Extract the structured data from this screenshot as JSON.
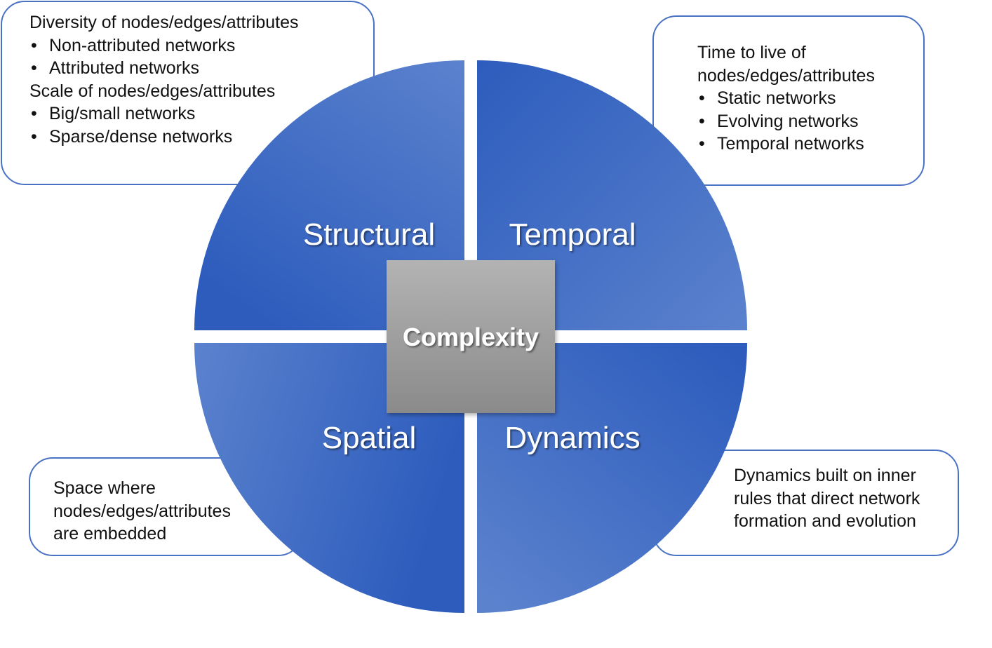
{
  "colors": {
    "quadrant_dark": "#2d5cbd",
    "quadrant_light": "#5b82cd",
    "callout_border": "#4a72c4",
    "center_top": "#b3b3b3",
    "center_bottom": "#8a8a8a"
  },
  "center": {
    "label": "Complexity"
  },
  "quadrants": {
    "structural": {
      "label": "Structural"
    },
    "temporal": {
      "label": "Temporal"
    },
    "spatial": {
      "label": "Spatial"
    },
    "dynamics": {
      "label": "Dynamics"
    }
  },
  "callouts": {
    "structural": {
      "heading1": "Diversity of nodes/edges/attributes",
      "bullets1": [
        "Non-attributed networks",
        "Attributed networks"
      ],
      "heading2": "Scale of nodes/edges/attributes",
      "bullets2": [
        "Big/small networks",
        "Sparse/dense networks"
      ]
    },
    "temporal": {
      "heading_line1": "Time to live of",
      "heading_line2": "nodes/edges/attributes",
      "bullets": [
        "Static networks",
        "Evolving networks",
        "Temporal networks"
      ]
    },
    "spatial": {
      "lines": [
        "Space where",
        "nodes/edges/attributes",
        "are embedded"
      ]
    },
    "dynamics": {
      "lines": [
        "Dynamics built on inner",
        "rules that direct network",
        "formation and evolution"
      ]
    }
  }
}
